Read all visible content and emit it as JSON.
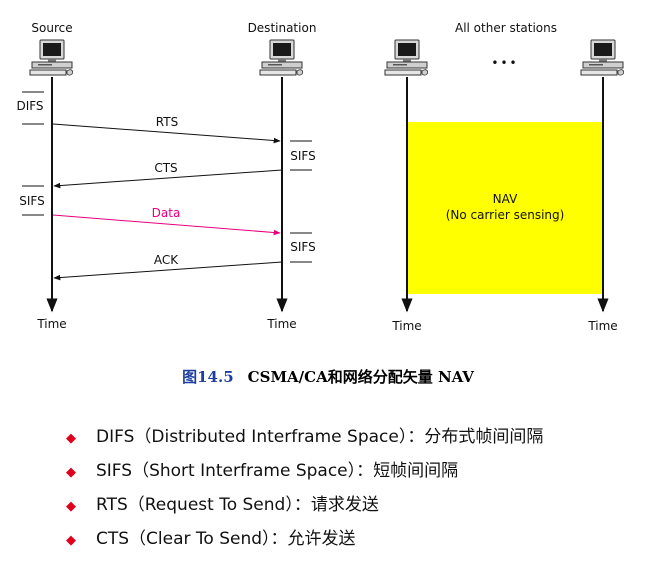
{
  "stations": {
    "source": "Source",
    "destination": "Destination",
    "others": "All other stations",
    "ellipsis": "•••"
  },
  "intervals": {
    "difs": "DIFS",
    "sifs": "SIFS"
  },
  "frames": {
    "rts": "RTS",
    "cts": "CTS",
    "data": "Data",
    "ack": "ACK"
  },
  "time_label": "Time",
  "nav": {
    "title": "NAV",
    "subtitle": "(No carrier sensing)"
  },
  "caption": {
    "number": "图14.5",
    "text": "CSMA/CA和网络分配矢量 NAV"
  },
  "definitions": [
    "DIFS（Distributed Interframe Space）：分布式帧间间隔",
    "SIFS（Short Interframe Space）：短帧间间隔",
    "RTS（Request To Send）：请求发送",
    "CTS（Clear To Send）：允许发送"
  ],
  "colors": {
    "nav_fill": "#ffff00",
    "data_arrow": "#e6007e",
    "caption_number": "#1f3f9f",
    "bullet": "#e0001b"
  }
}
